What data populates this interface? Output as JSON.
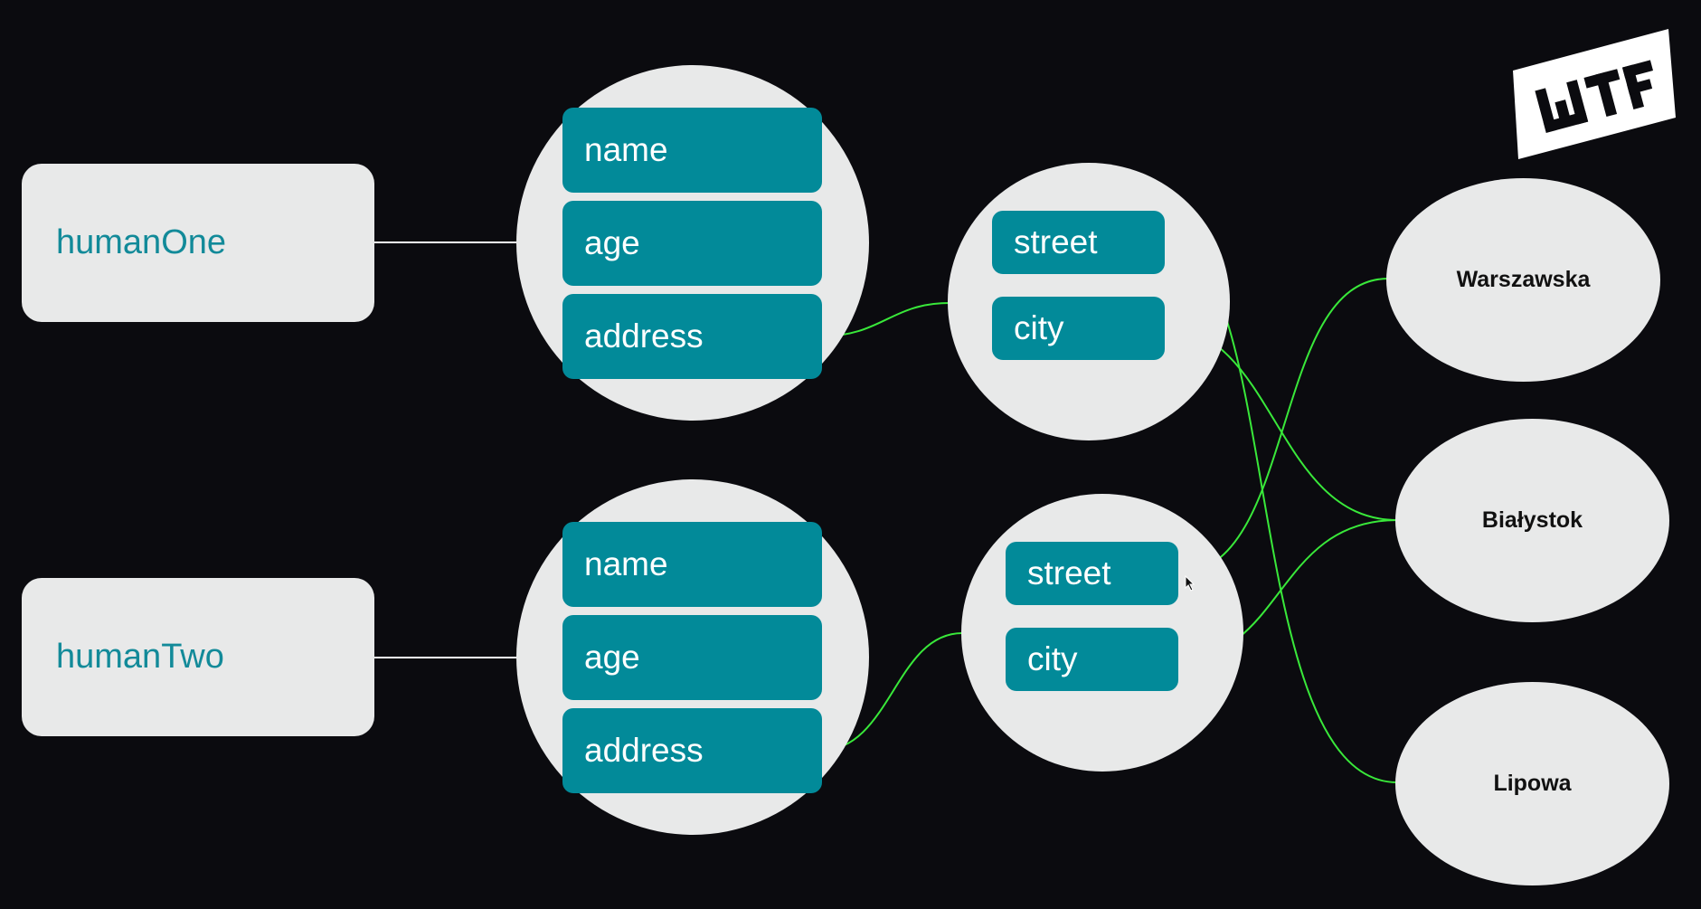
{
  "variables": [
    {
      "label": "humanOne"
    },
    {
      "label": "humanTwo"
    }
  ],
  "objects": [
    {
      "fields": [
        "name",
        "age",
        "address"
      ]
    },
    {
      "fields": [
        "name",
        "age",
        "address"
      ]
    }
  ],
  "addresses": [
    {
      "fields": [
        "street",
        "city"
      ]
    },
    {
      "fields": [
        "street",
        "city"
      ]
    }
  ],
  "values": [
    "Warszawska",
    "Białystok",
    "Lipowa"
  ],
  "logo": {
    "text": "WTF"
  },
  "colors": {
    "background": "#0b0b0f",
    "node": "#e8e9e9",
    "field": "#028a99",
    "variable_text": "#128a99",
    "link": "#39e83a",
    "reference_line": "#ffffff"
  }
}
